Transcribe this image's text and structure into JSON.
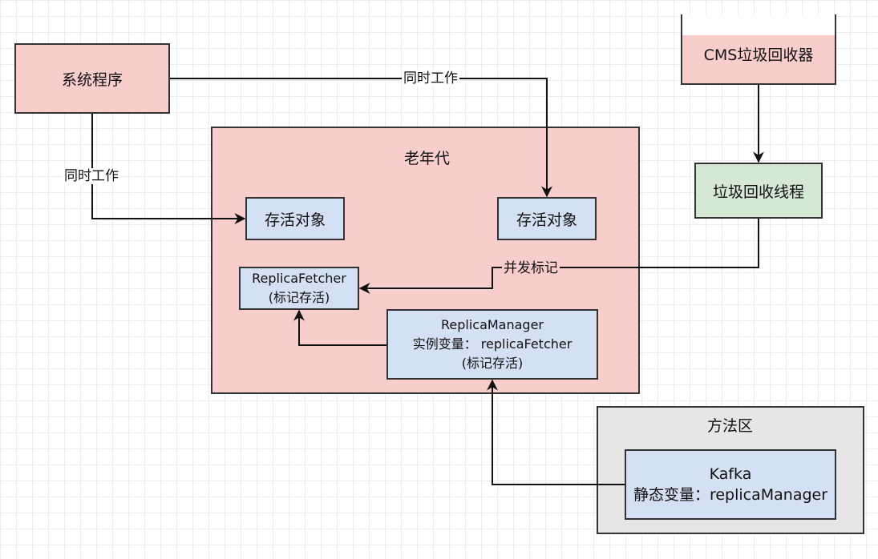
{
  "nodes": {
    "system_program": "系统程序",
    "cms_collector": "CMS垃圾回收器",
    "gc_thread": "垃圾回收线程",
    "old_gen": "老年代",
    "live_object_left": "存活对象",
    "live_object_right": "存活对象",
    "replica_fetcher": {
      "line1": "ReplicaFetcher",
      "line2": "(标记存活)"
    },
    "replica_manager": {
      "line1": "ReplicaManager",
      "line2": "实例变量： replicaFetcher",
      "line3": "(标记存活)"
    },
    "method_area": "方法区",
    "kafka": {
      "line1": "Kafka",
      "line2": "静态变量：replicaManager"
    }
  },
  "edge_labels": {
    "system_to_right_object": "同时工作",
    "system_to_left_object": "同时工作",
    "gc_to_fetcher": "并发标记"
  },
  "colors": {
    "pink": "#f8cecc",
    "blue": "#d4e1f5",
    "green": "#d5e8d4",
    "gray": "#e6e6e6"
  }
}
